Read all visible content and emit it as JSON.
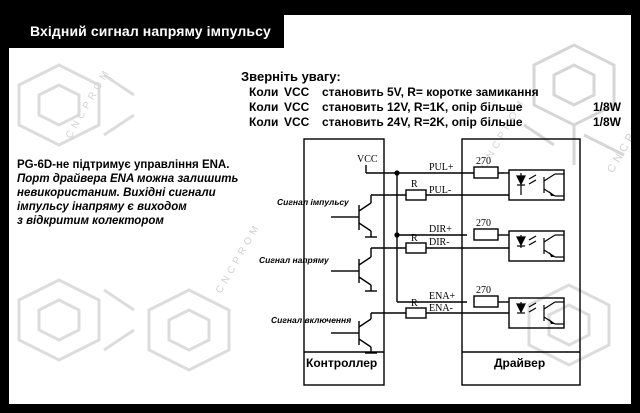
{
  "header": {
    "title": "Вхідний сигнал напряму імпульсу"
  },
  "note": {
    "title": "Зверніть увагу:",
    "rows": [
      {
        "a": "Коли",
        "b": "VCC",
        "c": "становить",
        "d": "5V, R= коротке замикання",
        "e": ""
      },
      {
        "a": "Коли",
        "b": "VCC",
        "c": "становить",
        "d": "12V, R=1K,  опір  більше",
        "e": "1/8W"
      },
      {
        "a": "Коли",
        "b": "VCC",
        "c": "становить",
        "d": "24V, R=2K,  опір  більше",
        "e": "1/8W"
      }
    ]
  },
  "left_text": {
    "lines": [
      "PG-6D-не підтримує управління ENA.",
      " Порт драйвера ENA можна залишить",
      "невикористаним. Вихідні сигнали",
      "імпульсу інапряму є виходом",
      "з відкритим колектором"
    ]
  },
  "diagram": {
    "vcc": "VCC",
    "signals": [
      "Сигнал імпульсу",
      "Сигнал  напряму",
      "Сигнал  включення"
    ],
    "resistor_label": "R",
    "resistor_value": "270",
    "pins": [
      "PUL+",
      "PUL-",
      "DIR+",
      "DIR-",
      "ENA+",
      "ENA-"
    ],
    "controller_label": "Контроллер",
    "driver_label": "Драйвер"
  },
  "watermark": {
    "text": "CNCPROM"
  }
}
